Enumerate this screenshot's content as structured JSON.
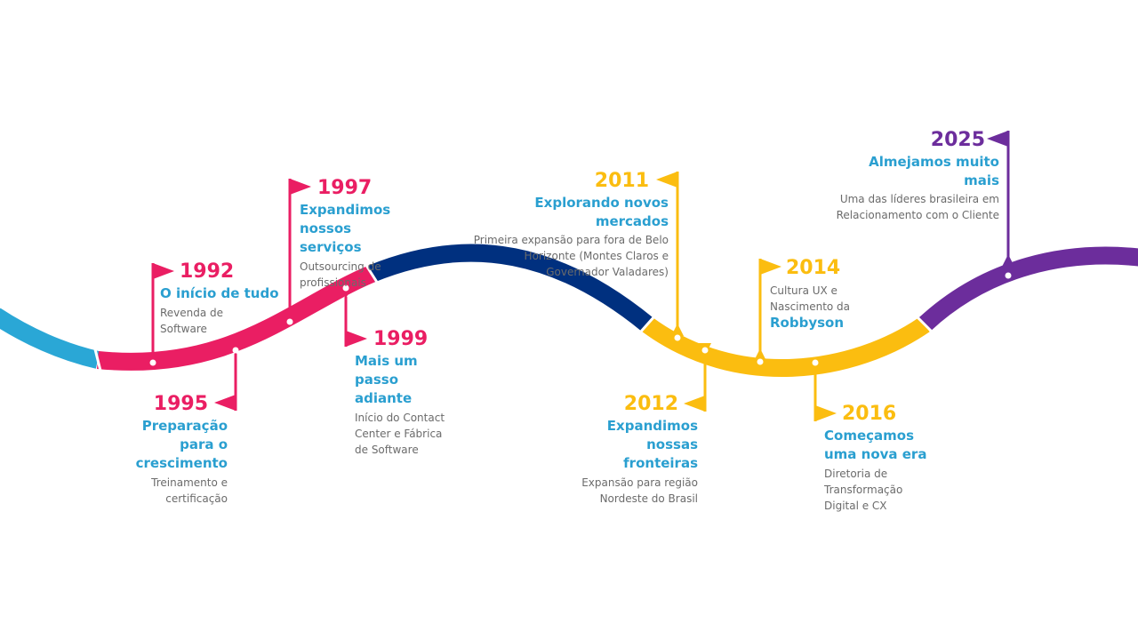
{
  "colors": {
    "cyan": "#2aa7d6",
    "pink": "#ea1e63",
    "navy": "#00307f",
    "yellow": "#fbbd10",
    "purple": "#6c2d9c",
    "title_blue": "#2a9fd0",
    "description_gray": "#6b6b6b"
  },
  "milestones": [
    {
      "year": "1992",
      "title": "O início de tudo",
      "description": "Revenda de Software",
      "color": "pink"
    },
    {
      "year": "1995",
      "title": "Preparação para o crescimento",
      "description": "Treinamento e certificação",
      "color": "pink"
    },
    {
      "year": "1997",
      "title": "Expandimos nossos serviços",
      "description": "Outsourcing de profissionais",
      "color": "pink"
    },
    {
      "year": "1999",
      "title": "Mais um passo adiante",
      "description": "Início do Contact Center e Fábrica de Software",
      "color": "pink"
    },
    {
      "year": "2011",
      "title": "Explorando novos mercados",
      "description": "Primeira expansão para fora de Belo Horizonte (Montes Claros e Governador Valadares)",
      "color": "yellow"
    },
    {
      "year": "2012",
      "title": "Expandimos nossas fronteiras",
      "description": "Expansão para região Nordeste do Brasil",
      "color": "yellow"
    },
    {
      "year": "2014",
      "title": "",
      "description": "Cultura UX e Nascimento da",
      "highlight": "Robbyson",
      "color": "yellow"
    },
    {
      "year": "2016",
      "title": "Começamos uma nova era",
      "description": "Diretoria de Transformação Digital e CX",
      "color": "yellow"
    },
    {
      "year": "2025",
      "title": "Almejamos muito mais",
      "description": "Uma das líderes brasileira em Relacionamento com o Cliente",
      "color": "purple"
    }
  ]
}
